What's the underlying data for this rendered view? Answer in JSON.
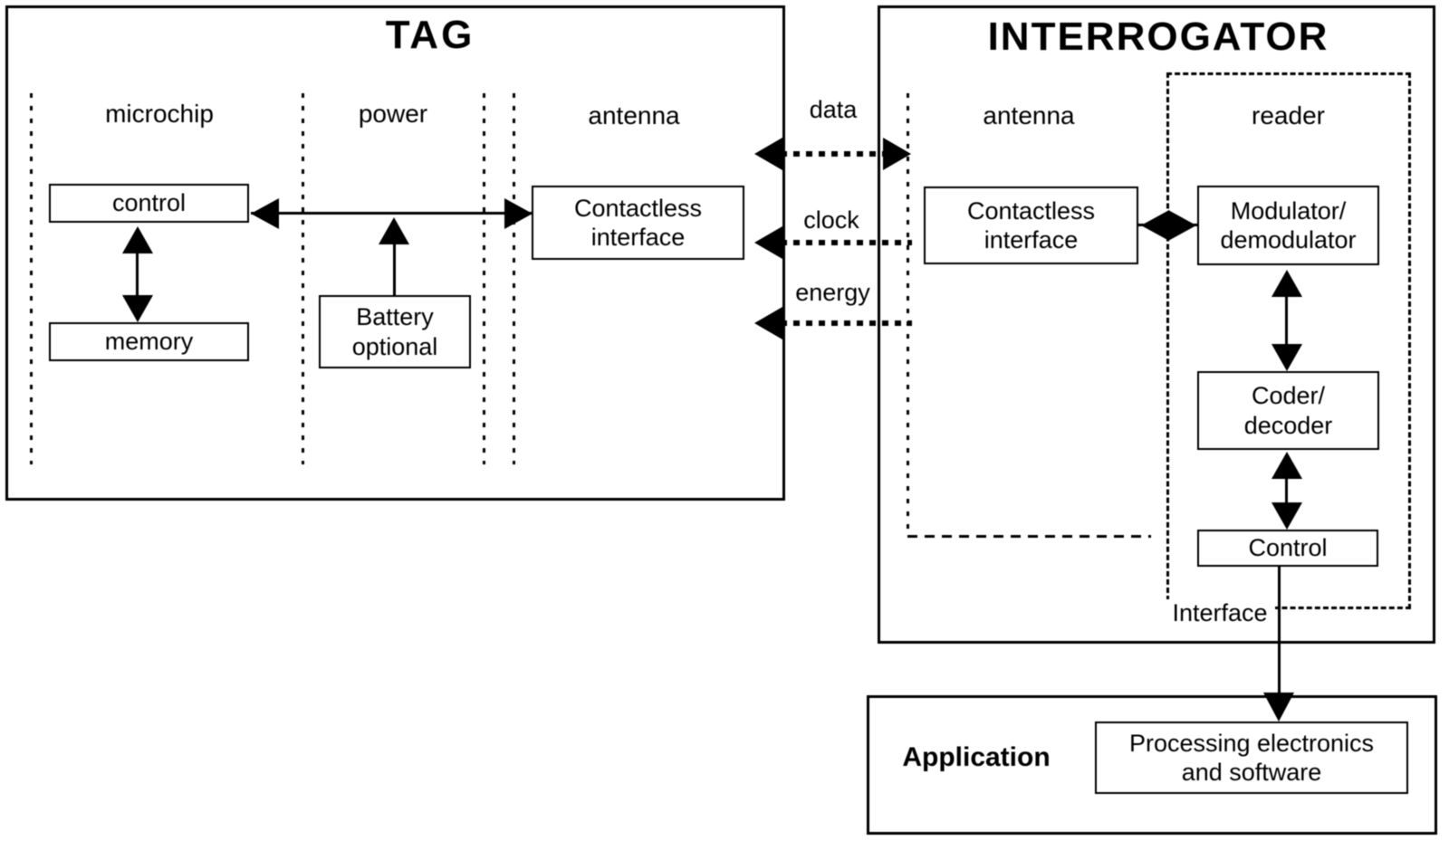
{
  "tag": {
    "title": "TAG",
    "section_labels": {
      "microchip": "microchip",
      "power": "power",
      "antenna": "antenna"
    },
    "control": "control",
    "memory": "memory",
    "battery": {
      "line1": "Battery",
      "line2": "optional"
    },
    "contactless": {
      "line1": "Contactless",
      "line2": "interface"
    }
  },
  "links": {
    "data": "data",
    "clock": "clock",
    "energy": "energy"
  },
  "interrogator": {
    "title": "INTERROGATOR",
    "section_labels": {
      "antenna": "antenna",
      "reader": "reader"
    },
    "contactless": {
      "line1": "Contactless",
      "line2": "interface"
    },
    "modulator": {
      "line1": "Modulator/",
      "line2": "demodulator"
    },
    "coder": {
      "line1": "Coder/",
      "line2": "decoder"
    },
    "control": "Control",
    "interface_label": "Interface"
  },
  "application": {
    "title": "Application",
    "processing": {
      "line1": "Processing electronics",
      "line2": "and software"
    }
  },
  "colors": {
    "line": "#000000",
    "background": "#ffffff"
  }
}
